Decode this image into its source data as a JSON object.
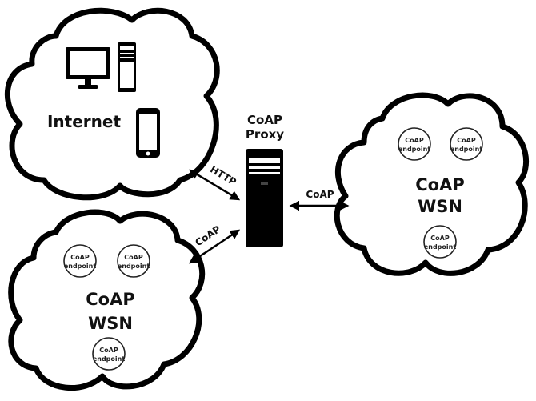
{
  "clouds": {
    "internet": {
      "label": "Internet"
    },
    "wsn_right": {
      "label_line1": "CoAP",
      "label_line2": "WSN"
    },
    "wsn_bottom": {
      "label_line1": "CoAP",
      "label_line2": "WSN"
    }
  },
  "proxy": {
    "label_line1": "CoAP",
    "label_line2": "Proxy"
  },
  "links": {
    "http": "HTTP",
    "coap_left": "CoAP",
    "coap_right": "CoAP"
  },
  "endpoint": {
    "line1": "CoAP",
    "line2": "endpoint"
  },
  "icons": [
    "monitor-icon",
    "desktop-tower-icon",
    "smartphone-icon",
    "server-tower-icon"
  ]
}
